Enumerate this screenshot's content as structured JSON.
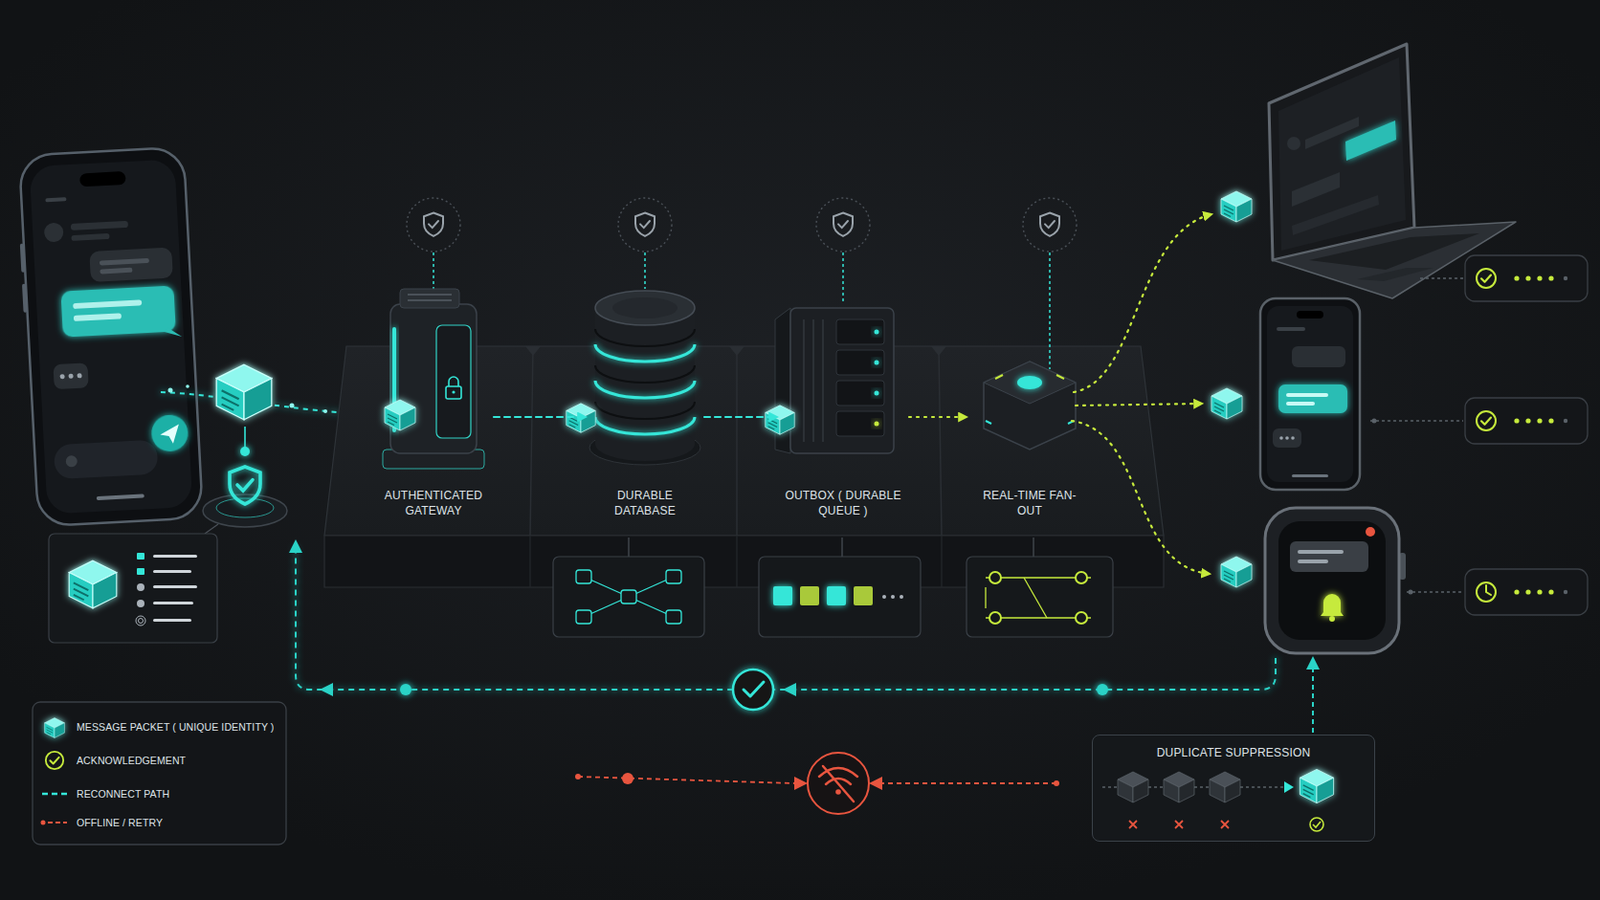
{
  "diagram": {
    "nodes": [
      {
        "text": [
          "AUTHENTICATED GATEWAY"
        ]
      },
      {
        "text": [
          "DURABLE DATABASE"
        ]
      },
      {
        "text": [
          "OUTBOX ( DURABLE QUEUE )"
        ]
      },
      {
        "text": [
          "REAL-TIME FAN-OUT"
        ]
      },
      {
        "text": [
          "DUPLICATE SUPPRESSION"
        ]
      }
    ],
    "edges": [
      {
        "from": 0,
        "to": 1,
        "arrow": "to"
      },
      {
        "from": 1,
        "to": 2,
        "arrow": "to"
      },
      {
        "from": 2,
        "to": 3,
        "arrow": "to"
      }
    ],
    "legend": [
      {
        "text": "MESSAGE PACKET ( UNIQUE IDENTITY )"
      },
      {
        "text": "ACKNOWLEDGEMENT"
      },
      {
        "text": "RECONNECT PATH"
      },
      {
        "text": "OFFLINE / RETRY"
      }
    ]
  }
}
